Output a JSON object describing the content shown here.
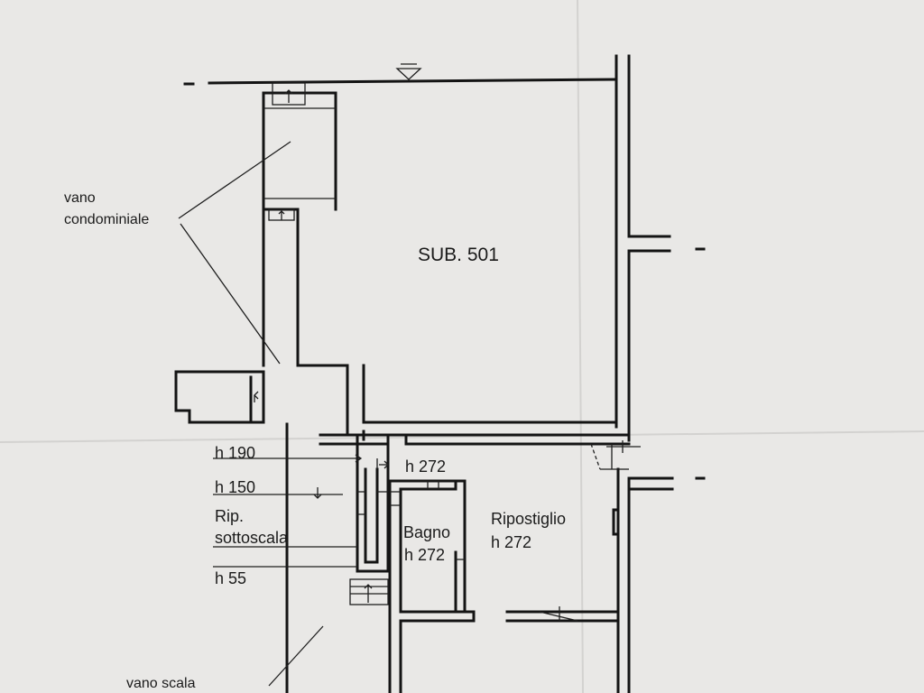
{
  "labels": {
    "sub": "SUB. 501",
    "vano_condominiale_1": "vano",
    "vano_condominiale_2": "condominiale",
    "h190": "h 190",
    "h150": "h 150",
    "rip_1": "Rip.",
    "rip_2": "sottoscala",
    "h55": "h 55",
    "h272_corridor": "h 272",
    "bagno_1": "Bagno",
    "bagno_2": "h 272",
    "ripostiglio_1": "Ripostiglio",
    "ripostiglio_2": "h 272",
    "vano_scala": "vano scala"
  },
  "colors": {
    "paper": "#e9e8e6",
    "wall": "#141414",
    "fold": "#d5d4d2"
  }
}
